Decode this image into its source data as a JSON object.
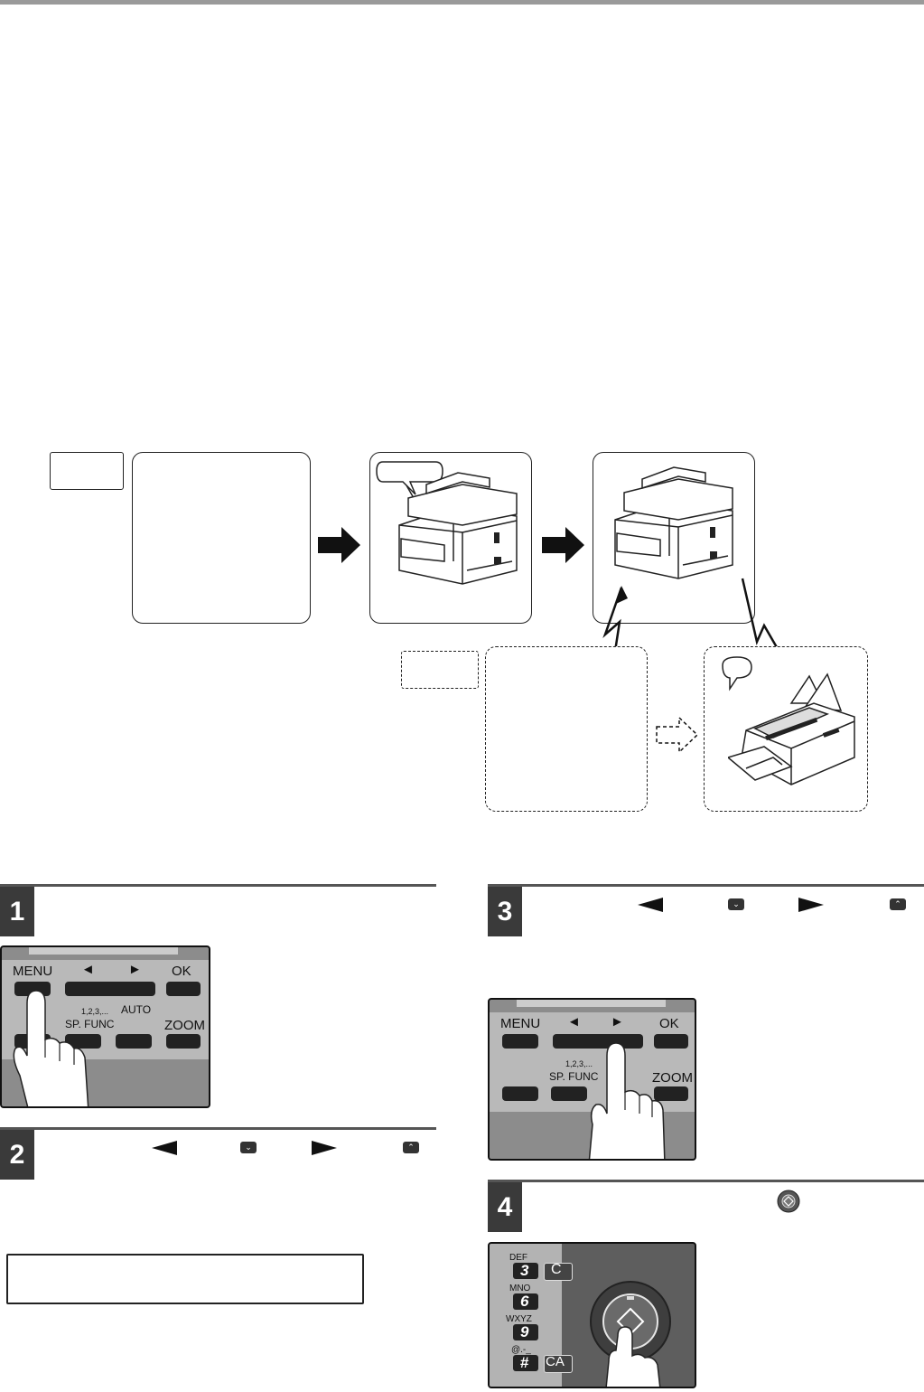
{
  "panel_labels": {
    "menu": "MENU",
    "ok": "OK",
    "sp_func": "SP. FUNC",
    "auto": "AUTO",
    "zoom": "ZOOM",
    "sequence": "1,2,3,..."
  },
  "keypad": {
    "def": "DEF",
    "key3": "3",
    "clear": "C",
    "mno": "MNO",
    "key6": "6",
    "wxyz": "WXYZ",
    "key9": "9",
    "symbols": "@.-_",
    "hash": "#",
    "clear_all": "CA"
  },
  "steps": [
    "1",
    "2",
    "3",
    "4"
  ]
}
